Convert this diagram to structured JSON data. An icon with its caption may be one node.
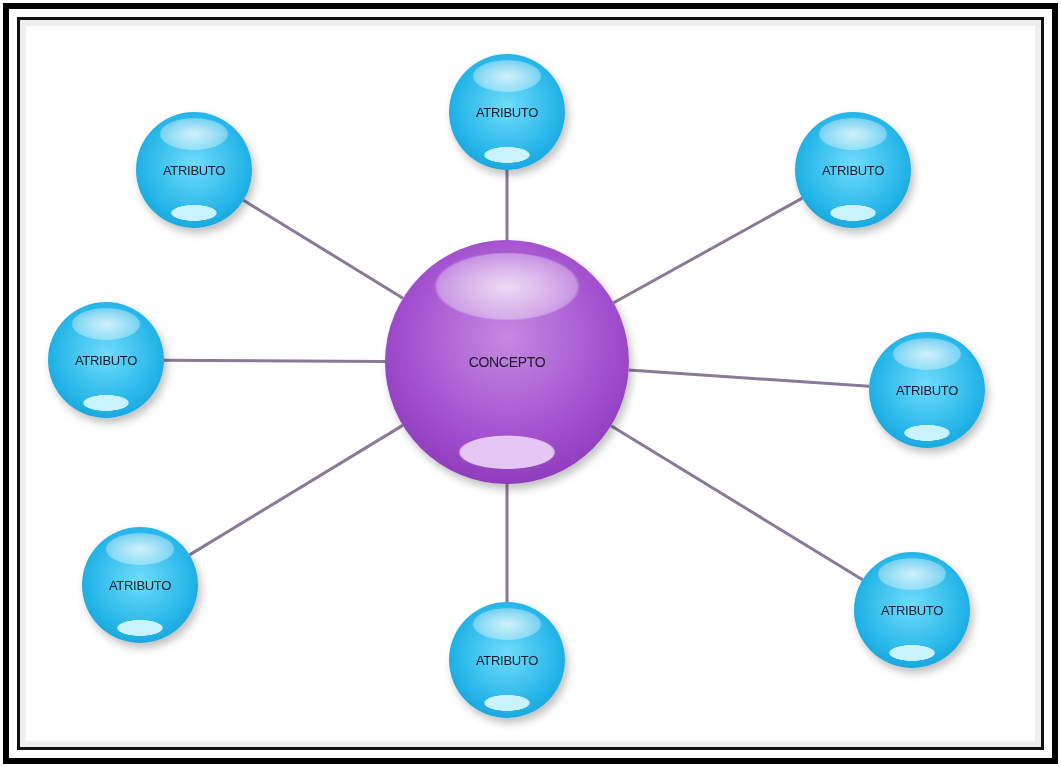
{
  "diagram": {
    "nodes": [
      {
        "text": [
          "ATRIBUTO"
        ]
      },
      {
        "text": [
          "ATRIBUTO"
        ]
      },
      {
        "text": [
          "ATRIBUTO"
        ]
      },
      {
        "text": [
          "ATRIBUTO"
        ]
      },
      {
        "text": [
          "CONCEPTO"
        ]
      },
      {
        "text": [
          "ATRIBUTO"
        ]
      },
      {
        "text": [
          "ATRIBUTO"
        ]
      },
      {
        "text": [
          "ATRIBUTO"
        ]
      },
      {
        "text": [
          "ATRIBUTO"
        ]
      }
    ],
    "edges": [
      {
        "from": 4,
        "to": 0,
        "arrow": "none"
      },
      {
        "from": 4,
        "to": 1,
        "arrow": "none"
      },
      {
        "from": 4,
        "to": 2,
        "arrow": "none"
      },
      {
        "from": 4,
        "to": 3,
        "arrow": "none"
      },
      {
        "from": 4,
        "to": 5,
        "arrow": "none"
      },
      {
        "from": 4,
        "to": 6,
        "arrow": "none"
      },
      {
        "from": 4,
        "to": 7,
        "arrow": "none"
      },
      {
        "from": 4,
        "to": 8,
        "arrow": "none"
      }
    ]
  }
}
